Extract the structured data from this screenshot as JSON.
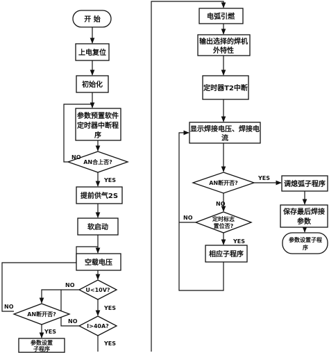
{
  "nodes": {
    "start": "开  始",
    "power_reset": "上电复位",
    "init": "初始化",
    "preset": [
      "参数预置软件",
      "定时器中断程",
      "序"
    ],
    "an_closed": "AN合上否?",
    "pre_gas": "提前供气2S",
    "soft_start": "软启动",
    "no_load": "空载电压",
    "u_check": "U<10V?",
    "i_check": "I>40A?",
    "an_open_left": "AN断开否?",
    "param_sub": [
      "参数设置",
      "子程序"
    ],
    "arc_ignite": "电弧引燃",
    "output_char": [
      "输出选择的焊机",
      "外特性"
    ],
    "timer_int": "定时器T2中断",
    "display": [
      "显示焊接电压、焊接电",
      "流"
    ],
    "an_open_right": "AN断开否?",
    "flag_check": [
      "定时标志",
      "置位否?"
    ],
    "response_sub": "相应子程序",
    "crater_sub": "调熄弧子程序",
    "save_params": [
      "保存最后焊接",
      "参数"
    ],
    "param_sub_right": [
      "参数设置子程",
      "序"
    ]
  },
  "edge_labels": {
    "yes": "YES",
    "no": "NO"
  }
}
